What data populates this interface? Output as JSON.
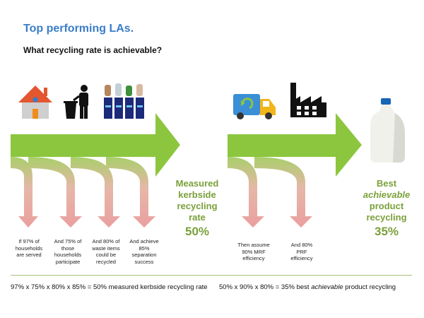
{
  "title": "Top performing LAs.",
  "subtitle": "What recycling rate is achievable?",
  "left_steps": [
    {
      "lines": [
        "If 97% of",
        "households",
        "are served"
      ]
    },
    {
      "lines": [
        "And 75% of",
        "those",
        "households",
        "participate"
      ]
    },
    {
      "lines": [
        "And 80% of",
        "waste items",
        "could be",
        "recycled"
      ]
    },
    {
      "lines": [
        "And achieve",
        "85%",
        "separation",
        "success"
      ]
    }
  ],
  "right_steps": [
    {
      "lines": [
        "Then assume",
        "90% MRF",
        "efficiency"
      ]
    },
    {
      "lines": [
        "And 80%",
        "PRF",
        "efficiency"
      ]
    }
  ],
  "measured": {
    "lines": [
      "Measured",
      "kerbside",
      "recycling",
      "rate"
    ],
    "value": "50%"
  },
  "best": {
    "line1": "Best",
    "line2": "achievable",
    "line3": "product",
    "line4": "recycling",
    "value": "35%"
  },
  "formula_left": "97% x 75% x 80% x 85% = 50% measured kerbside recycling rate",
  "formula_right_pre": "50% x 90% x 80% = 35% best ",
  "formula_right_em": "achievable",
  "formula_right_post": " product recycling",
  "colors": {
    "title": "#3a7dc9",
    "arrow_green": "#8cc63f",
    "drop_pink": "#e7a3a3",
    "result_text": "#7aa03a"
  },
  "icons": [
    "house-icon",
    "person-bin-icon",
    "recycling-bins-icon",
    "recycling-truck-icon",
    "factory-icon",
    "milk-bottle-icon"
  ]
}
